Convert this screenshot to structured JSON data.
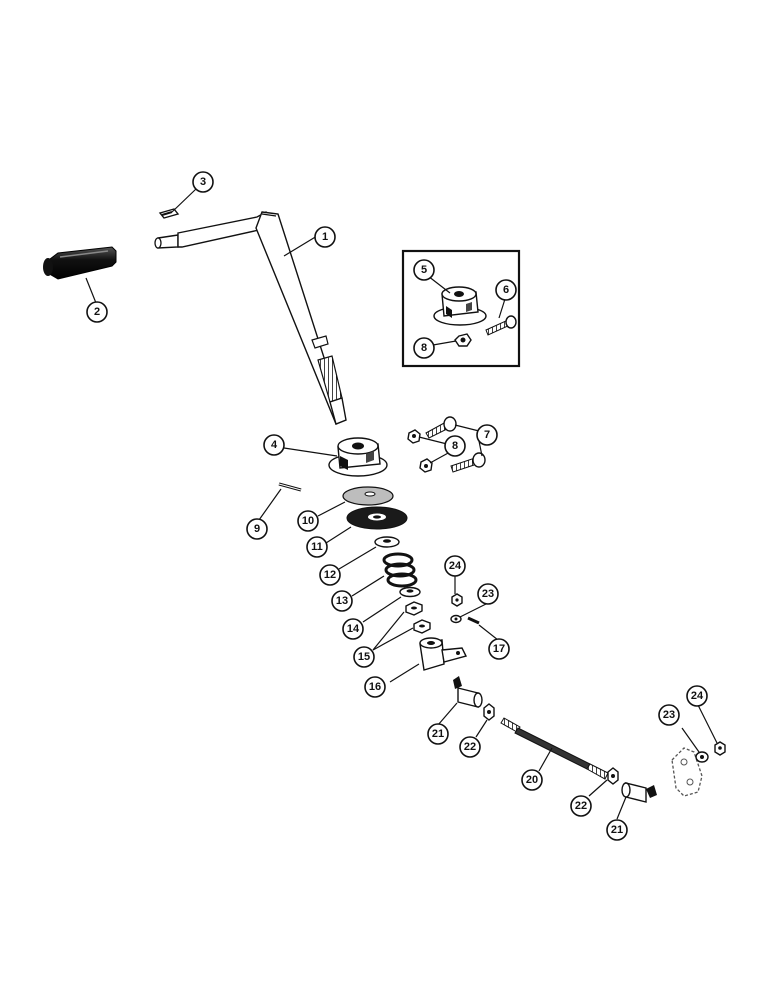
{
  "diagram": {
    "callouts": {
      "c1": "1",
      "c2": "2",
      "c3": "3",
      "c4": "4",
      "c5": "5",
      "c6": "6",
      "c7": "7",
      "c8a": "8",
      "c8b": "8",
      "c9": "9",
      "c10": "10",
      "c11": "11",
      "c12": "12",
      "c13": "13",
      "c14": "14",
      "c15": "15",
      "c16": "16",
      "c17": "17",
      "c20": "20",
      "c21a": "21",
      "c21b": "21",
      "c22a": "22",
      "c22b": "22",
      "c23a": "23",
      "c23b": "23",
      "c24a": "24",
      "c24b": "24"
    }
  }
}
